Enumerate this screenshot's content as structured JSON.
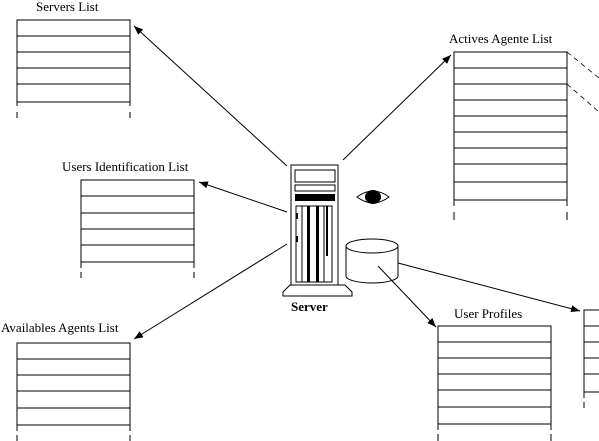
{
  "labels": {
    "servers_list": "Servers List",
    "actives_agente_list": "Actives Agente List",
    "users_identification_list": "Users Identification List",
    "availables_agents_list": "Availables Agents List",
    "user_profiles": "User Profiles",
    "server": "Server"
  },
  "icons": [
    "server-tower-icon",
    "eye-icon",
    "database-cylinder-icon"
  ]
}
